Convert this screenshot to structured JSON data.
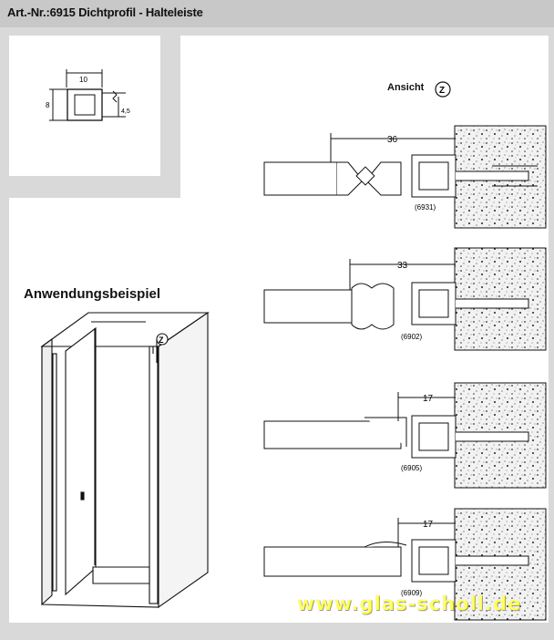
{
  "header": {
    "title": "Art.-Nr.:6915 Dichtprofil - Halteleiste"
  },
  "profile": {
    "dim_width": "10",
    "dim_height": "8",
    "dim_small": "4,5"
  },
  "shower": {
    "title": "Anwendungsbeispiel",
    "marker": "Z"
  },
  "view": {
    "label": "Ansicht",
    "marker": "Z"
  },
  "details": [
    {
      "dim": "36",
      "code": "(6931)"
    },
    {
      "dim": "33",
      "code": "(6902)"
    },
    {
      "dim": "17",
      "code": "(6905)"
    },
    {
      "dim": "17",
      "code": "(6909)"
    }
  ],
  "watermark": "www.glas-scholl.de"
}
